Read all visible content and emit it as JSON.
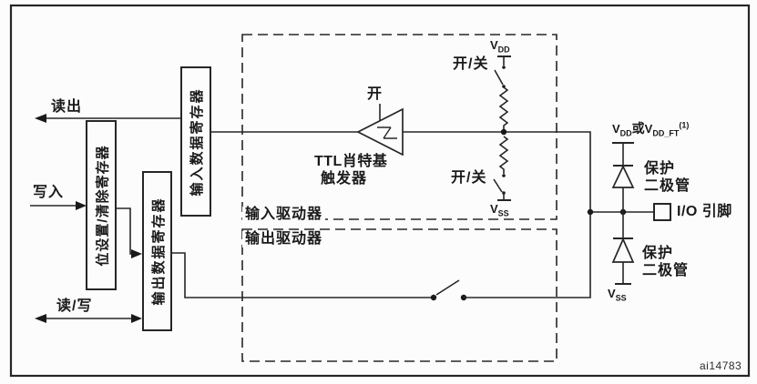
{
  "diagram": {
    "watermark": "ai14783",
    "ports": {
      "read_out": "读出",
      "write_in": "写入",
      "read_write": "读/写"
    },
    "registers": {
      "input_data": "输入数据寄存器",
      "bit_set_clear": "位设置/清除寄存器",
      "output_data": "输出数据寄存器"
    },
    "drivers": {
      "input": "输入驱动器",
      "output": "输出驱动器"
    },
    "schmitt": {
      "enable": "开",
      "name_line1": "TTL肖特基",
      "name_line2": "触发器"
    },
    "pull": {
      "switch_top": "开/关",
      "switch_bottom": "开/关",
      "vdd": "V",
      "vdd_sub": "DD",
      "vss": "V",
      "vss_sub": "SS"
    },
    "protection": {
      "rail_v1": "V",
      "rail_sub1": "DD",
      "rail_or": "或",
      "rail_v2": "V",
      "rail_sub2": "DD_FT",
      "rail_note": "(1)",
      "diode_top_line1": "保护",
      "diode_top_line2": "二极管",
      "diode_bottom_line1": "保护",
      "diode_bottom_line2": "二极管",
      "vss": "V",
      "vss_sub": "SS",
      "io_pin": "I/O 引脚"
    }
  }
}
